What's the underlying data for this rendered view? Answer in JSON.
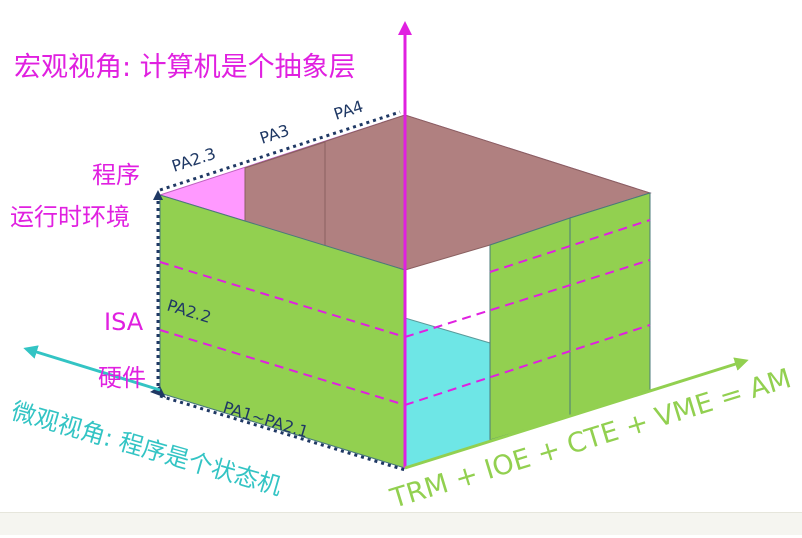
{
  "diagram": {
    "macro_label": "宏观视角: 计算机是个抽象层",
    "micro_label": "微观视角: 程序是个状态机",
    "layers": {
      "program": "程序",
      "runtime": "运行时环境",
      "isa": "ISA",
      "hardware": "硬件"
    },
    "pa_labels": {
      "pa1": "PA1~PA2.1",
      "pa22": "PA2.2",
      "pa23": "PA2.3",
      "pa3": "PA3",
      "pa4": "PA4"
    },
    "equation": "TRM + IOE + CTE + VME = AM"
  },
  "colors": {
    "magenta": "#e020e0",
    "green_face": "#92d050",
    "brown_face": "#b08080",
    "pink_face": "#ff99ff",
    "cyan_face": "#6ee6e6",
    "teal_arrow": "#33c4c4",
    "navy": "#1f3864",
    "equation_green": "#92d050"
  }
}
